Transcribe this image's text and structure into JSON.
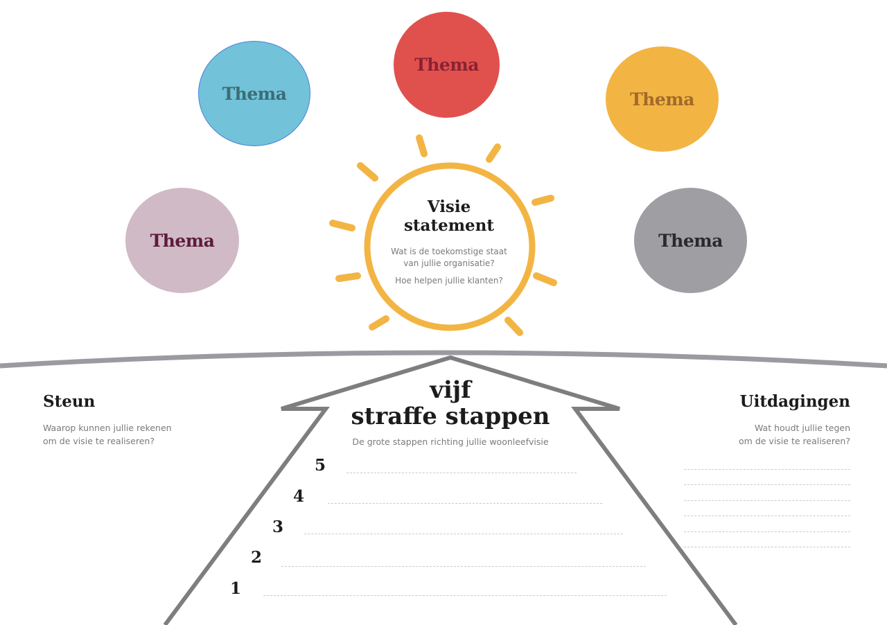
{
  "themes": [
    {
      "label": "Thema",
      "fill": "#72c2d9",
      "text": "#3b6d75"
    },
    {
      "label": "Thema",
      "fill": "#e0514e",
      "text": "#8b2232"
    },
    {
      "label": "Thema",
      "fill": "#f2b544",
      "text": "#a2692a"
    },
    {
      "label": "Thema",
      "fill": "#cfbac6",
      "text": "#5e1b3c"
    },
    {
      "label": "Thema",
      "fill": "#9e9ea3",
      "text": "#2a2a2e"
    }
  ],
  "vision": {
    "title_line1": "Visie",
    "title_line2": "statement",
    "question1_line1": "Wat is de toekomstige staat",
    "question1_line2": "van jullie organisatie?",
    "question2": "Hoe helpen jullie klanten?",
    "sun_color": "#f2b544"
  },
  "support": {
    "title": "Steun",
    "desc_line1": "Waarop kunnen jullie rekenen",
    "desc_line2": "om de visie te realiseren?"
  },
  "challenges": {
    "title": "Uitdagingen",
    "desc_line1": "Wat houdt jullie tegen",
    "desc_line2": "om de visie te realiseren?"
  },
  "steps": {
    "title_line1": "vijf",
    "title_line2": "straffe stappen",
    "subtitle": "De grote stappen richting jullie woonleefvisie",
    "numbers": [
      "5",
      "4",
      "3",
      "2",
      "1"
    ]
  },
  "colors": {
    "arrow": "#7e7e7e",
    "horizon": "#9a9aa0"
  }
}
